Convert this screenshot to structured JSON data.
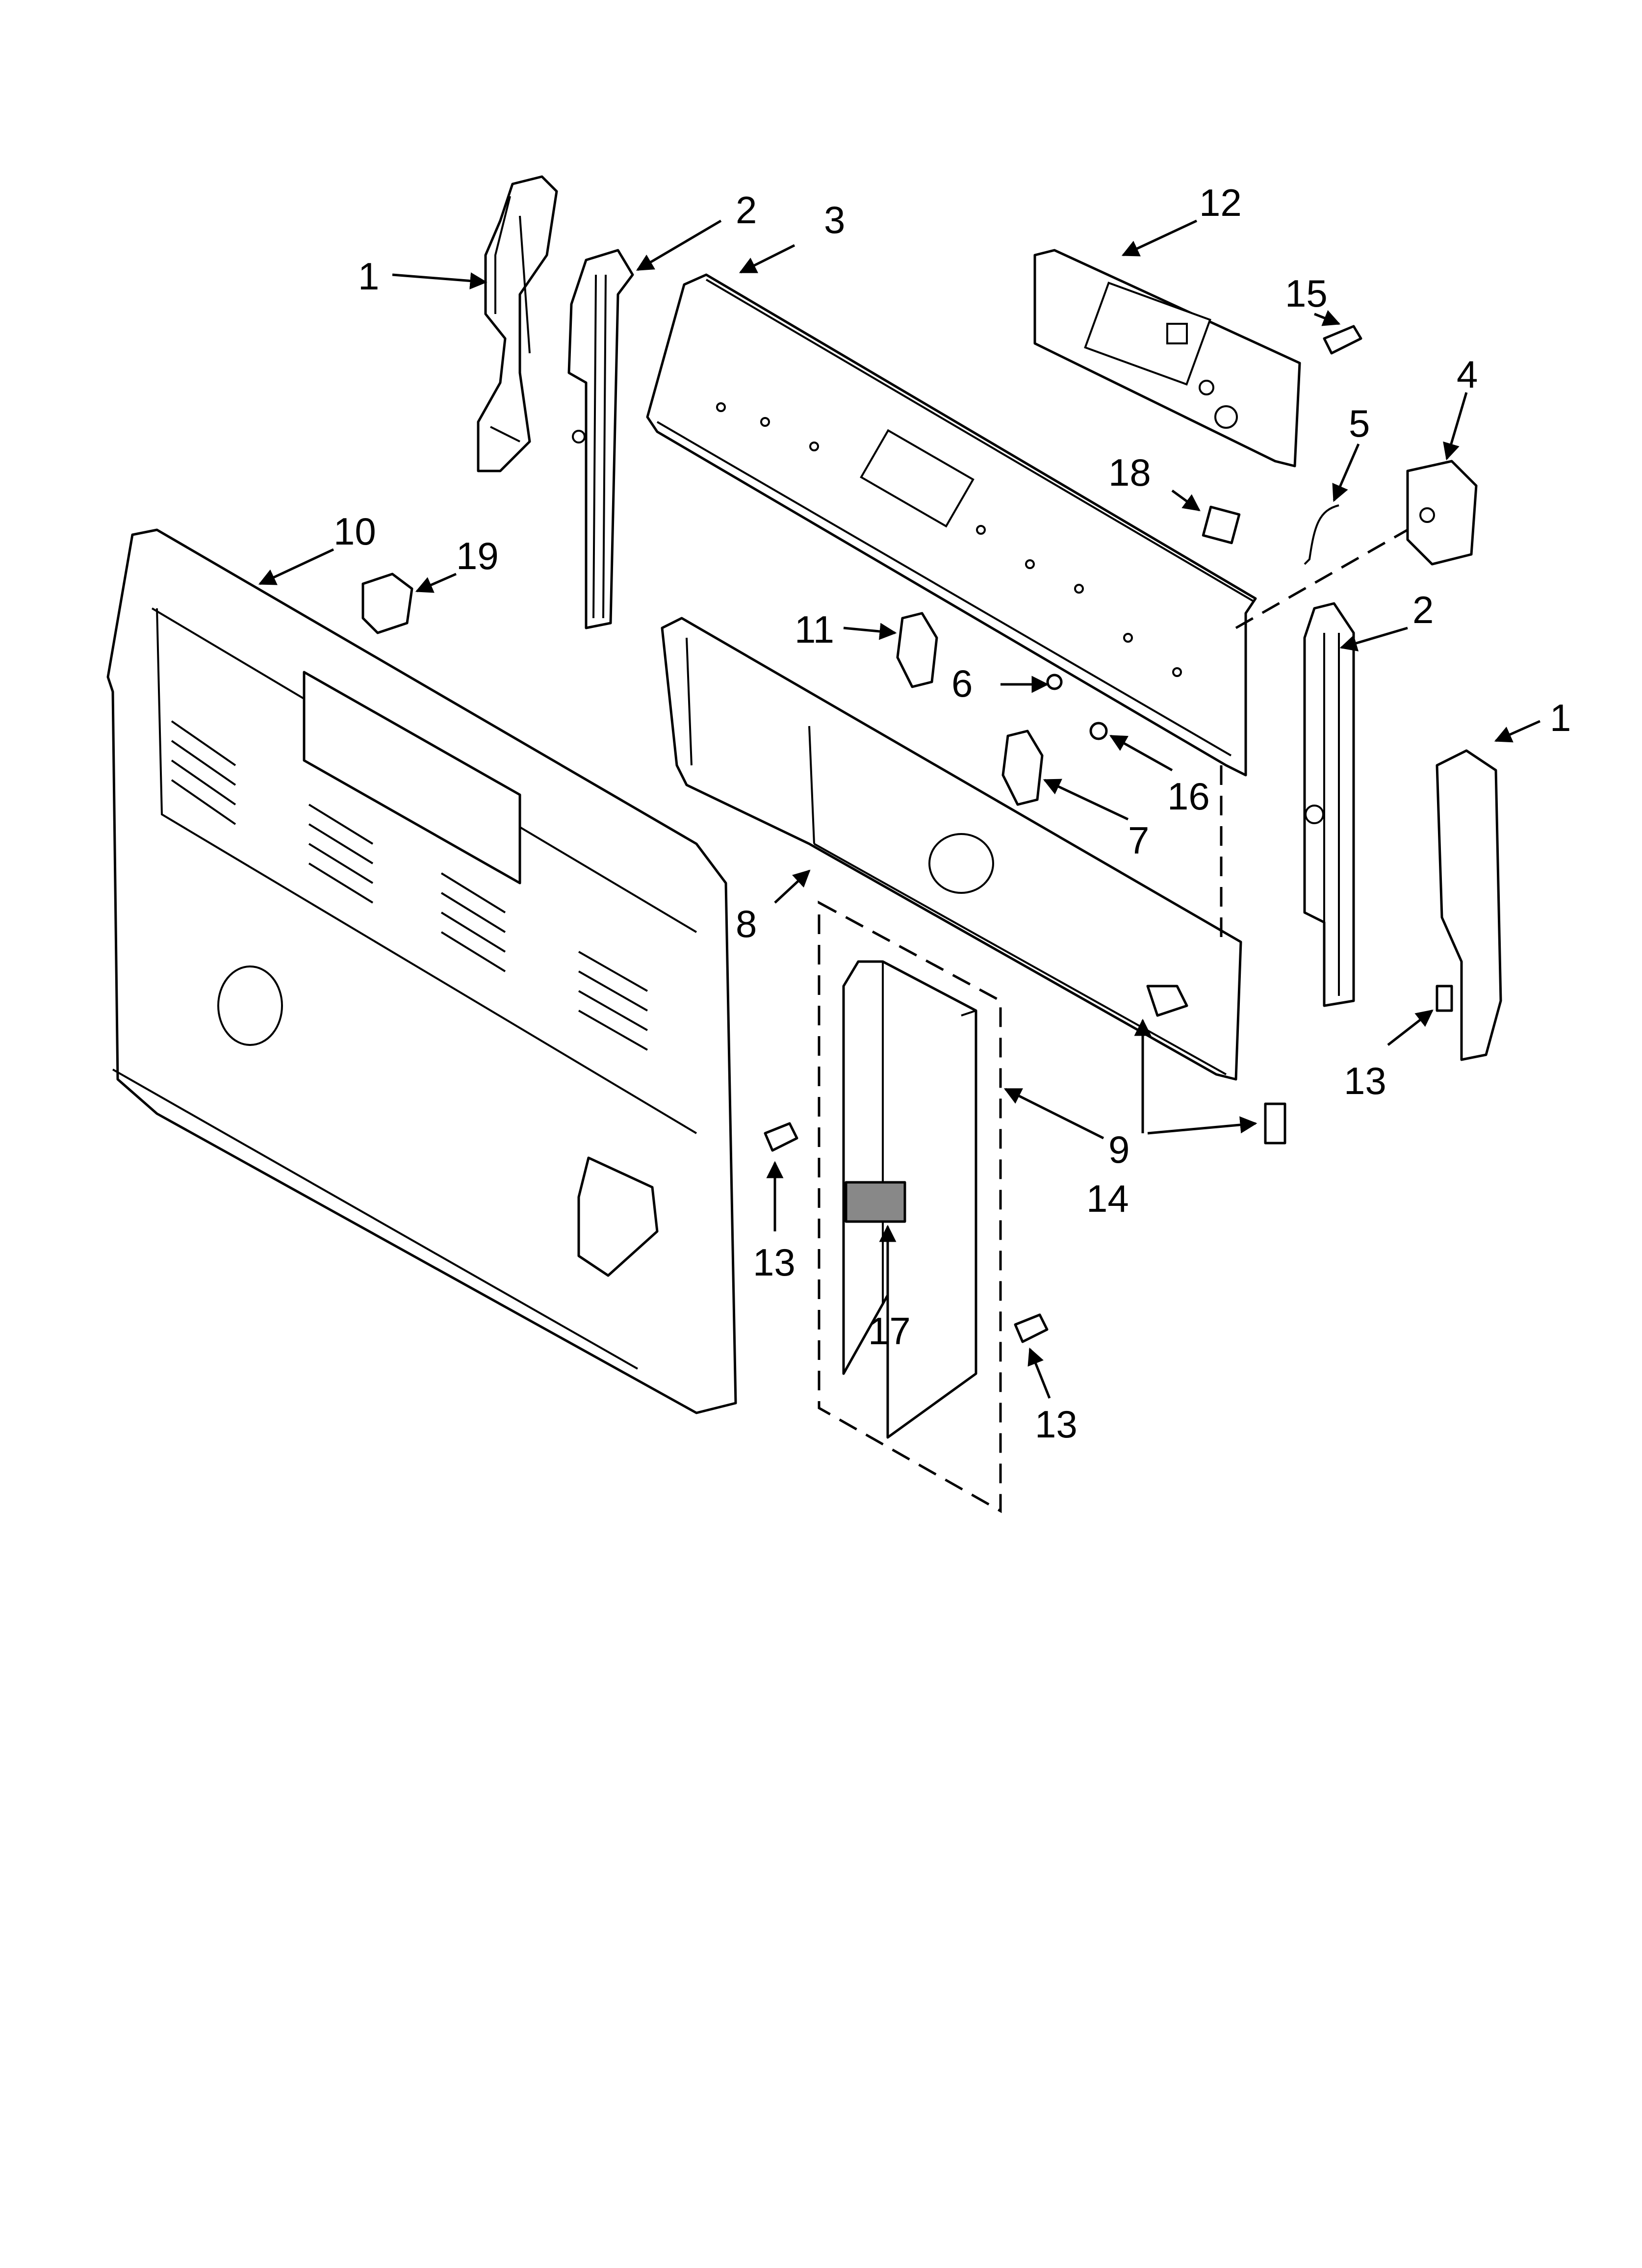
{
  "callouts": {
    "c1a": "1",
    "c1b": "1",
    "c2a": "2",
    "c2b": "2",
    "c3": "3",
    "c4": "4",
    "c5": "5",
    "c6": "6",
    "c7": "7",
    "c8": "8",
    "c9": "9",
    "c10": "10",
    "c11": "11",
    "c12": "12",
    "c13a": "13",
    "c13b": "13",
    "c13c": "13",
    "c14": "14",
    "c15": "15",
    "c16": "16",
    "c17": "17",
    "c18": "18",
    "c19": "19"
  }
}
